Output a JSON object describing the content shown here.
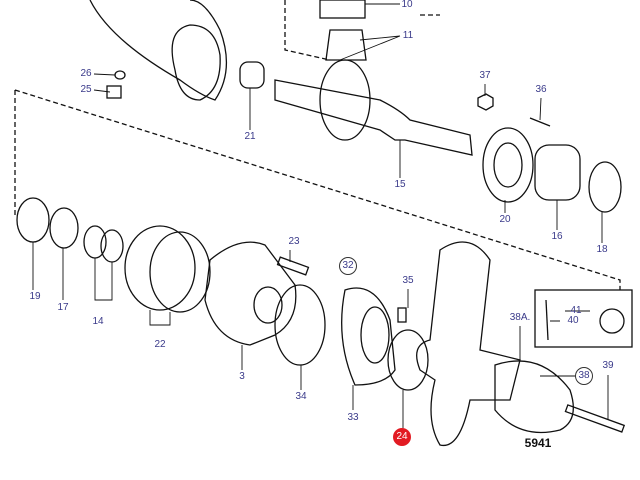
{
  "diagram": {
    "figure_number": "5941",
    "labels": {
      "p10": "10",
      "p11": "11",
      "p26": "26",
      "p25": "25",
      "p21": "21",
      "p37": "37",
      "p36": "36",
      "p15": "15",
      "p20": "20",
      "p16": "16",
      "p18": "18",
      "p19": "19",
      "p17": "17",
      "p14": "14",
      "p22": "22",
      "p23": "23",
      "p32": "32",
      "p3": "3",
      "p34": "34",
      "p35": "35",
      "p33": "33",
      "p24": "24",
      "p41": "41",
      "p40": "40",
      "p38a": "38A.",
      "p38": "38",
      "p39": "39"
    },
    "highlight_color": "#e21b23"
  }
}
